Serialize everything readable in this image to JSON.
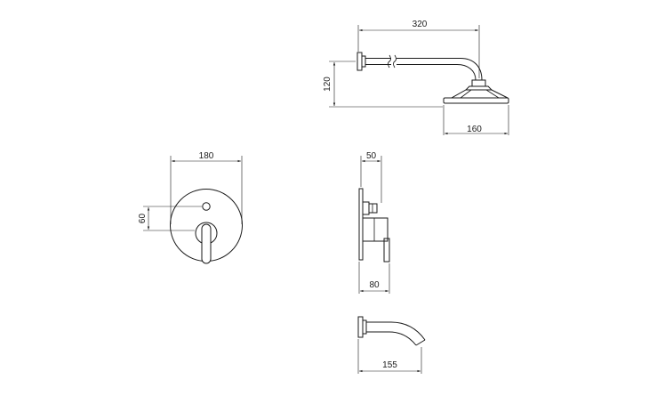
{
  "dimensions": {
    "shower_arm_length": "320",
    "shower_arm_drop": "120",
    "shower_head_diameter": "160",
    "valve_plate_diameter": "180",
    "valve_spacing": "60",
    "valve_plate_depth": "50",
    "valve_total_depth": "80",
    "spout_length": "155"
  }
}
